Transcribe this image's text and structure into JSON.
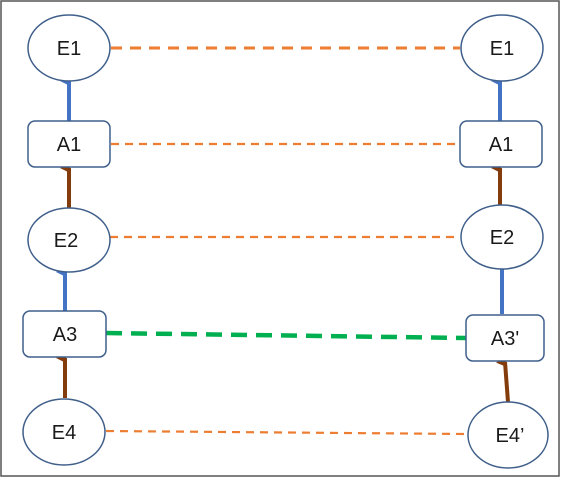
{
  "colors": {
    "node_stroke": "#3f5f8a",
    "node_fill": "#ffffff",
    "border": "#555555",
    "blue_arrow": "#4472c4",
    "brown_arrow": "#843c0c",
    "orange_dash": "#ed7d31",
    "green_dash": "#00b050"
  },
  "left": {
    "e1": "E1",
    "a1": "A1",
    "e2": "E2",
    "a3": "A3",
    "e4": "E4"
  },
  "right": {
    "e1": "E1",
    "a1": "A1",
    "e2": "E2",
    "a3": "A3'",
    "e4": "E4’"
  }
}
